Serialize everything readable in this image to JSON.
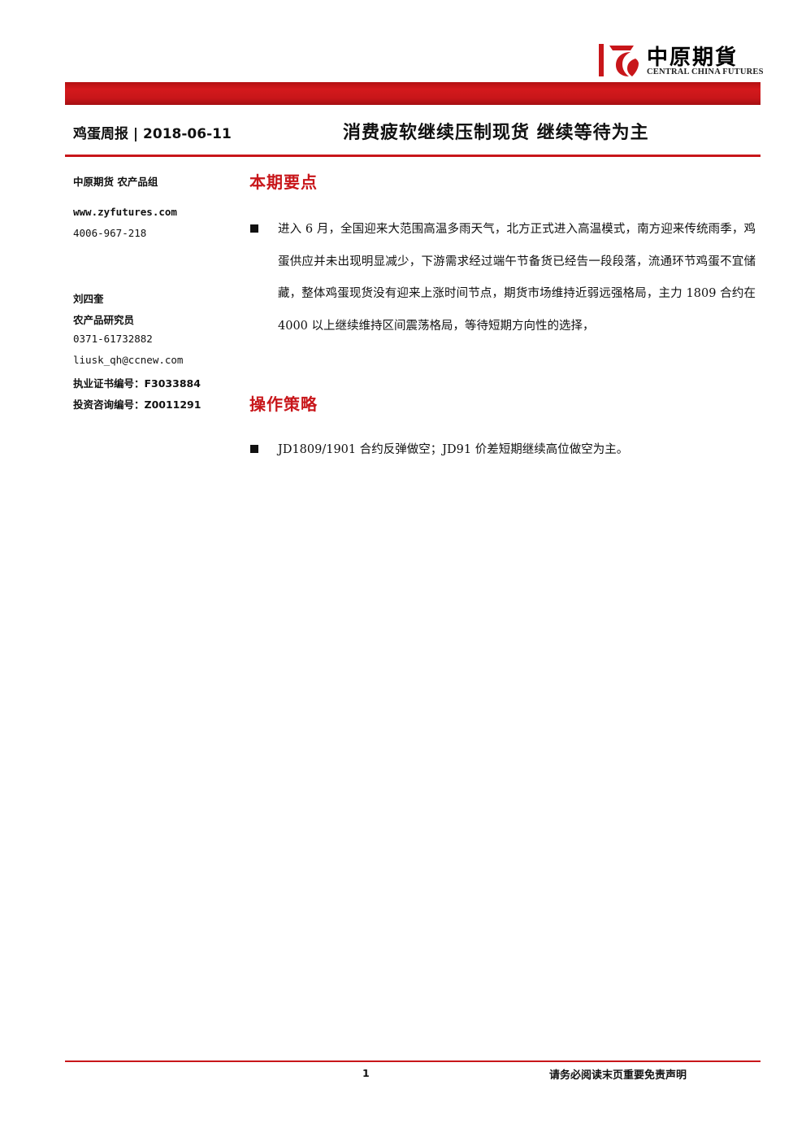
{
  "logo": {
    "cn": "中原期貨",
    "en": "CENTRAL CHINA FUTURES",
    "icon": "company-logo-icon",
    "color": "#c8161a"
  },
  "header": {
    "doc_type": "鸡蛋周报 | 2018-06-11",
    "title": "消费疲软继续压制现货 继续等待为主"
  },
  "sidebar": {
    "group": "中原期货 农产品组",
    "website": "www.zyfutures.com",
    "phone": "4006-967-218",
    "analyst_name": "刘四奎",
    "analyst_role": "农产品研究员",
    "analyst_phone": "0371-61732882",
    "analyst_email": "liusk_qh@ccnew.com",
    "license": "执业证书编号：F3033884",
    "consult": "投资咨询编号：Z0011291"
  },
  "sections": {
    "highlights_title": "本期要点",
    "highlights_text": "进入 6 月，全国迎来大范围高温多雨天气，北方正式进入高温模式，南方迎来传统雨季，鸡蛋供应并未出现明显减少，下游需求经过端午节备货已经告一段段落，流通环节鸡蛋不宜储藏，整体鸡蛋现货没有迎来上涨时间节点，期货市场维持近弱远强格局，主力 1809 合约在 4000 以上继续维持区间震荡格局，等待短期方向性的选择，",
    "strategy_title": "操作策略",
    "strategy_text": "JD1809/1901 合约反弹做空；JD91 价差短期继续高位做空为主。"
  },
  "footer": {
    "page": "1",
    "disclaimer": "请务必阅读末页重要免责声明"
  },
  "colors": {
    "accent_red": "#c8161a"
  }
}
